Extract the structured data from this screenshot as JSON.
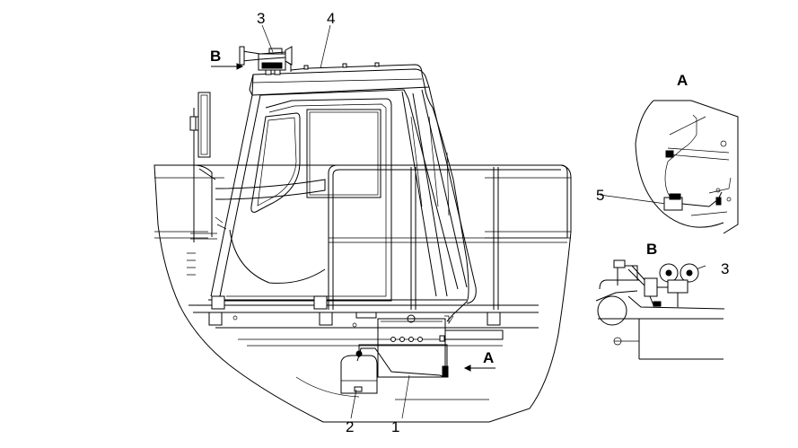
{
  "callouts": {
    "c1": "1",
    "c2": "2",
    "c3_main": "3",
    "c3_detail": "3",
    "c4": "4",
    "c5": "5"
  },
  "views": {
    "a_arrow": "A",
    "a_detail": "A",
    "b_arrow": "B",
    "b_detail": "B"
  }
}
